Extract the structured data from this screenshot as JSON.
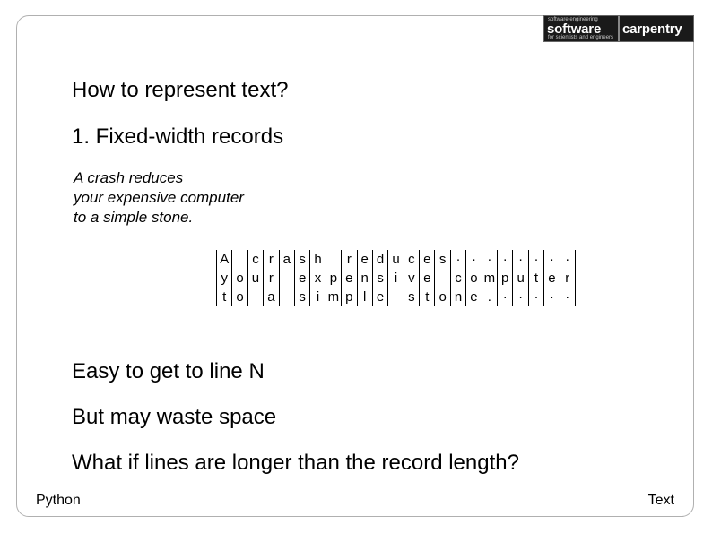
{
  "logo": {
    "tagline_top": "software engineering",
    "word1": "software",
    "word2": "carpentry",
    "tagline_bottom": "for scientists and engineers"
  },
  "slide": {
    "title": "How to represent text?",
    "point1": "1.  Fixed-width records",
    "example_lines": [
      "A crash reduces",
      "your expensive computer",
      "to a simple stone."
    ],
    "grid_rows": [
      [
        "A",
        "",
        "c",
        "r",
        "a",
        "s",
        "h",
        "",
        "r",
        "e",
        "d",
        "u",
        "c",
        "e",
        "s",
        "·",
        "·",
        "·",
        "·",
        "·",
        "·",
        "·",
        "·"
      ],
      [
        "y",
        "o",
        "u",
        "r",
        "",
        "e",
        "x",
        "p",
        "e",
        "n",
        "s",
        "i",
        "v",
        "e",
        "",
        "c",
        "o",
        "m",
        "p",
        "u",
        "t",
        "e",
        "r"
      ],
      [
        "t",
        "o",
        "",
        "a",
        "",
        "s",
        "i",
        "m",
        "p",
        "l",
        "e",
        "",
        "s",
        "t",
        "o",
        "n",
        "e",
        ".",
        "·",
        "·",
        "·",
        "·",
        "·"
      ]
    ],
    "bullets": [
      "Easy to get to line N",
      "But may waste space",
      "What if lines are longer than the record length?"
    ]
  },
  "footer": {
    "left": "Python",
    "right": "Text"
  }
}
